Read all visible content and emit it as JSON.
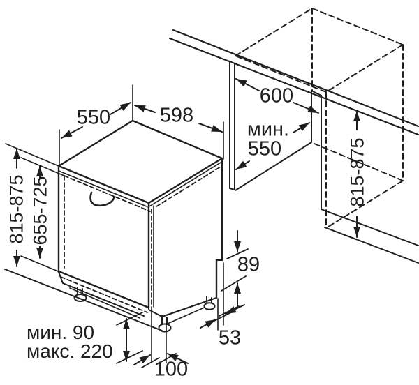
{
  "diagram": {
    "labels": {
      "appliance_depth": "550",
      "appliance_width": "598",
      "niche_width": "600",
      "niche_depth_min_word": "мин.",
      "niche_depth_min_value": "550",
      "niche_height_range": "815-875",
      "appliance_height_range": "815-875",
      "door_panel_height_range": "655-725",
      "base_rear_height": "89",
      "side_offset": "53",
      "plinth_recess_depth": "100",
      "plinth_height_min": "мин. 90",
      "plinth_height_max": "макс. 220"
    },
    "colors": {
      "line": "#1f1f1f",
      "background": "#ffffff"
    }
  }
}
